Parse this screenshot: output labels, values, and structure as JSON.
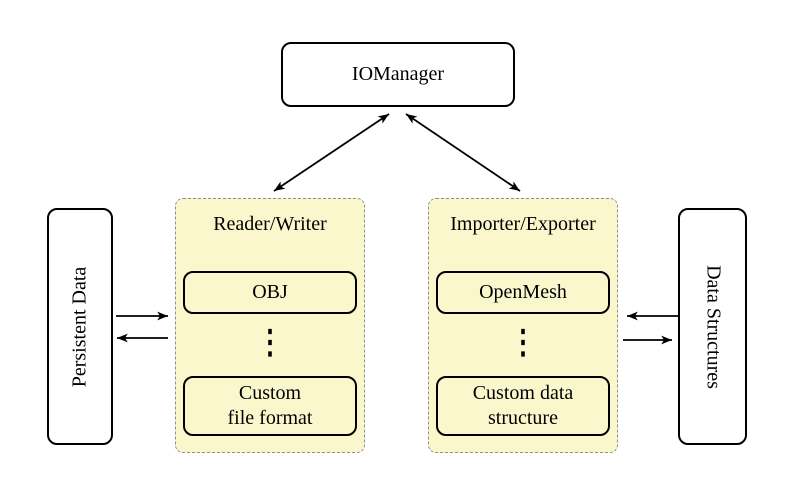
{
  "colors": {
    "panel_fill": "#fbf7cd",
    "panel_border": "#8f8f8f",
    "node_border": "#000000",
    "arrow": "#000000",
    "background": "#ffffff"
  },
  "io_manager": {
    "label": "IOManager"
  },
  "reader_writer": {
    "title": "Reader/Writer",
    "top_item": "OBJ",
    "ellipsis": "⋮",
    "bottom_item": "Custom\nfile format"
  },
  "importer_exporter": {
    "title": "Importer/Exporter",
    "top_item": "OpenMesh",
    "ellipsis": "⋮",
    "bottom_item": "Custom data\nstructure"
  },
  "persistent_data": {
    "label": "Persistent Data"
  },
  "data_structures": {
    "label": "Data Structures"
  },
  "arrows": [
    {
      "name": "iomanager-readerwriter",
      "type": "double"
    },
    {
      "name": "iomanager-importerexporter",
      "type": "double"
    },
    {
      "name": "persistent-to-readerwriter",
      "type": "single"
    },
    {
      "name": "readerwriter-to-persistent",
      "type": "single"
    },
    {
      "name": "datastructures-to-importerexporter",
      "type": "single"
    },
    {
      "name": "importerexporter-to-datastructures",
      "type": "single"
    }
  ]
}
